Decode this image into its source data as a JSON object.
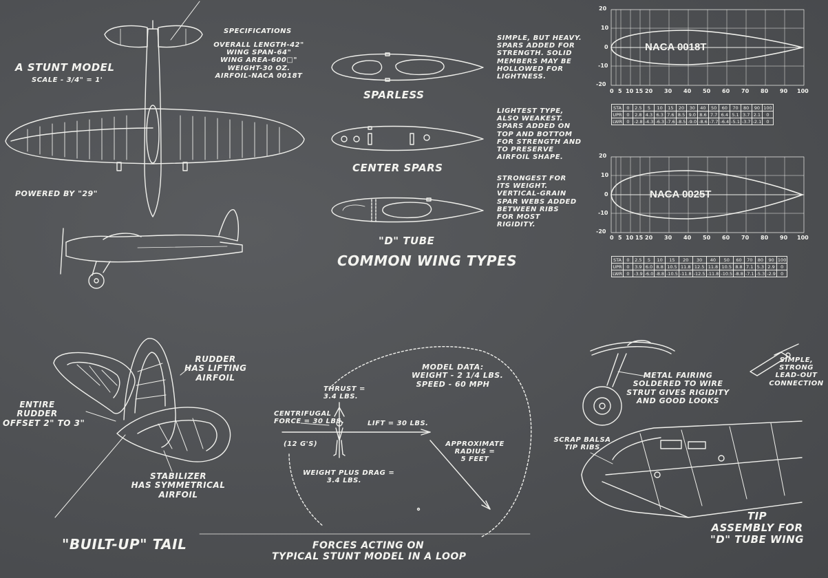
{
  "stunt_model": {
    "title": "A STUNT MODEL",
    "scale": "SCALE - 3/4\" = 1'",
    "powered_by": "POWERED BY \"29\""
  },
  "specifications": {
    "heading": "SPECIFICATIONS",
    "lines": [
      "OVERALL LENGTH-42\"",
      "WING SPAN-64\"",
      "WING AREA-600□\"",
      "WEIGHT-30 oz.",
      "AIRFOIL-NACA 0018T"
    ]
  },
  "wing_types": {
    "title": "COMMON WING TYPES",
    "sparless": {
      "label": "SPARLESS",
      "desc": [
        "SIMPLE, BUT HEAVY.",
        "SPARS ADDED FOR",
        "STRENGTH. SOLID",
        "MEMBERS MAY BE",
        "HOLLOWED FOR",
        "LIGHTNESS."
      ]
    },
    "center_spars": {
      "label": "CENTER SPARS",
      "desc": [
        "LIGHTEST TYPE,",
        "ALSO WEAKEST.",
        "SPARS ADDED ON",
        "TOP AND BOTTOM",
        "FOR STRENGTH AND",
        "TO PRESERVE",
        "AIRFOIL SHAPE."
      ]
    },
    "d_tube": {
      "label": "\"D\" TUBE",
      "desc": [
        "STRONGEST FOR",
        "ITS WEIGHT.",
        "VERTICAL-GRAIN",
        "SPAR WEBS ADDED",
        "BETWEEN RIBS",
        "FOR MOST",
        "RIGIDITY."
      ]
    }
  },
  "airfoils": [
    {
      "name": "NACA 0018T",
      "y_ticks": [
        "20",
        "10",
        "0",
        "-10",
        "-20"
      ],
      "x_ticks": [
        "0",
        "5",
        "10",
        "15",
        "20",
        "30",
        "40",
        "50",
        "60",
        "70",
        "80",
        "90",
        "100"
      ],
      "table": {
        "rows": [
          [
            "STA",
            "0",
            "2.5",
            "5",
            "10",
            "15",
            "20",
            "30",
            "40",
            "50",
            "60",
            "70",
            "80",
            "90",
            "100"
          ],
          [
            "UPR",
            "0",
            "2.8",
            "4.3",
            "6.3",
            "7.6",
            "8.5",
            "9.0",
            "8.6",
            "7.7",
            "6.4",
            "5.1",
            "3.7",
            "2.1",
            "0"
          ],
          [
            "LWR",
            "0",
            "-2.8",
            "-4.3",
            "-6.3",
            "-7.6",
            "-8.5",
            "-9.0",
            "-8.6",
            "-7.7",
            "-6.4",
            "-5.1",
            "-3.7",
            "-2.1",
            "0"
          ]
        ]
      }
    },
    {
      "name": "NACA 0025T",
      "y_ticks": [
        "20",
        "10",
        "0",
        "-10",
        "-20"
      ],
      "x_ticks": [
        "0",
        "5",
        "10",
        "15",
        "20",
        "30",
        "40",
        "50",
        "60",
        "70",
        "80",
        "90",
        "100"
      ],
      "table": {
        "rows": [
          [
            "STA",
            "0",
            "2.5",
            "5",
            "10",
            "15",
            "20",
            "30",
            "40",
            "50",
            "60",
            "70",
            "80",
            "90",
            "100"
          ],
          [
            "UPR",
            "0",
            "3.9",
            "6.0",
            "8.8",
            "10.5",
            "11.8",
            "12.5",
            "11.8",
            "10.5",
            "8.8",
            "7.1",
            "5.3",
            "2.9",
            "0"
          ],
          [
            "LWR",
            "0",
            "-3.9",
            "-6.0",
            "-8.8",
            "-10.5",
            "-11.8",
            "-12.5",
            "-11.8",
            "-10.5",
            "-8.8",
            "-7.1",
            "-5.3",
            "-2.9",
            "0"
          ]
        ]
      }
    }
  ],
  "tail": {
    "title": "\"BUILT-UP\" TAIL",
    "rudder_airfoil": [
      "RUDDER",
      "HAS LIFTING",
      "AIRFOIL"
    ],
    "rudder_offset": [
      "ENTIRE",
      "RUDDER",
      "OFFSET 2\" TO 3\""
    ],
    "stabilizer": [
      "STABILIZER",
      "HAS SYMMETRICAL",
      "AIRFOIL"
    ]
  },
  "forces": {
    "title": [
      "FORCES ACTING ON",
      "TYPICAL STUNT MODEL IN A LOOP"
    ],
    "model_data": [
      "MODEL DATA:",
      "WEIGHT - 2 1/4 LBS.",
      "SPEED - 60 MPH"
    ],
    "thrust": [
      "THRUST =",
      "3.4 LBS."
    ],
    "centrifugal": [
      "CENTRIFUGAL",
      "FORCE = 30 LBS."
    ],
    "g": "(12 G's)",
    "lift": "LIFT = 30 LBS.",
    "weight_drag": [
      "WEIGHT PLUS DRAG =",
      "3.4 LBS."
    ],
    "radius": [
      "APPROXIMATE",
      "RADIUS =",
      "5 FEET"
    ]
  },
  "fittings": {
    "fairing": [
      "METAL FAIRING",
      "SOLDERED TO WIRE",
      "STRUT GIVES RIGIDITY",
      "AND GOOD LOOKS"
    ],
    "leadout": [
      "SIMPLE,",
      "STRONG",
      "LEAD-OUT",
      "CONNECTION"
    ],
    "tip_ribs": [
      "SCRAP BALSA",
      "TIP RIBS"
    ],
    "tip_title": [
      "TIP",
      "ASSEMBLY FOR",
      "\"D\" TUBE WING"
    ]
  }
}
